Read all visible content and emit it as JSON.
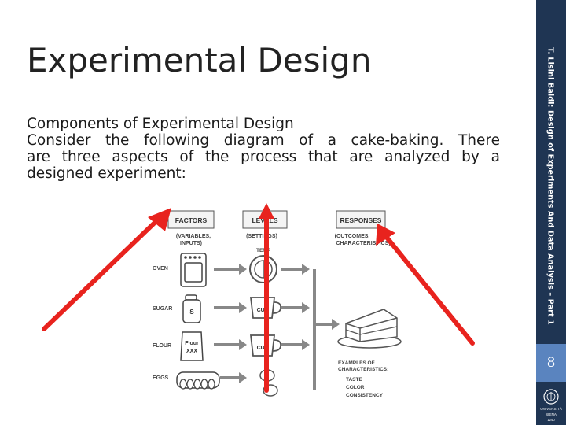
{
  "slide": {
    "title": "Experimental Design",
    "subtitle": "Components of Experimental Design",
    "body_line1": "Consider the following diagram of a cake-baking. There",
    "body_line2": "are three aspects of the process that are analyzed by a",
    "body_line3": "designed experiment:"
  },
  "sidebar": {
    "author_text": "T. Lisini Baldi: Design of Experiments And Data Analysis – Part 1",
    "page_number": "8",
    "logo_line1": "UNIVERSITÀ",
    "logo_line2": "SIENA",
    "logo_year": "1240"
  },
  "diagram": {
    "factors_label": "FACTORS",
    "factors_sub1": "(VARIABLES,",
    "factors_sub2": "INPUTS)",
    "levels_label": "LEVELS",
    "levels_sub": "(SETTINGS)",
    "responses_label": "RESPONSES",
    "responses_sub1": "(OUTCOMES,",
    "responses_sub2": "CHARACTERISTICS)",
    "oven": "OVEN",
    "sugar": "SUGAR",
    "flour": "FLOUR",
    "eggs": "EGGS",
    "temp": "TEMP",
    "cup": "CUP",
    "sugar_jar": "S",
    "flour_bag1": "Flour",
    "flour_bag2": "XXX",
    "examples1": "EXAMPLES OF",
    "examples2": "CHARACTERISTICS:",
    "taste": "TASTE",
    "color": "COLOR",
    "consistency": "CONSISTENCY"
  },
  "colors": {
    "accent_red": "#e8231e",
    "sidebar_navy": "#1f3553",
    "page_blue": "#5a84bf"
  }
}
